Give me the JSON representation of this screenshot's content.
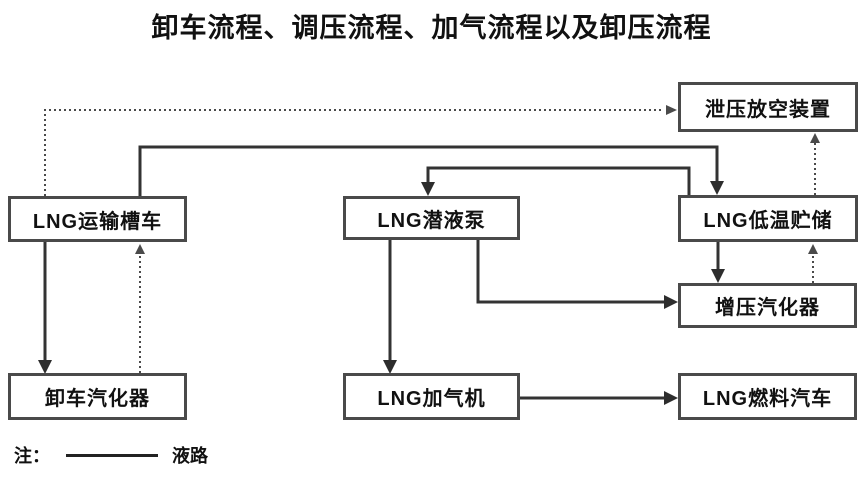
{
  "title": "卸车流程、调压流程、加气流程以及卸压流程",
  "nodes": {
    "relief_vent": {
      "label": "泄压放空装置"
    },
    "tanker": {
      "label": "LNG运输槽车"
    },
    "pump": {
      "label": "LNG潜液泵"
    },
    "storage": {
      "label": "LNG低温贮储"
    },
    "booster_vaporizer": {
      "label": "增压汽化器"
    },
    "unloading_vaporizer": {
      "label": "卸车汽化器"
    },
    "dispenser": {
      "label": "LNG加气机"
    },
    "vehicle": {
      "label": "LNG燃料汽车"
    }
  },
  "edges": [
    {
      "from": "LNG运输槽车",
      "to": "LNG低温贮储",
      "line": "solid"
    },
    {
      "from": "LNG低温贮储",
      "to": "LNG潜液泵",
      "line": "solid"
    },
    {
      "from": "LNG运输槽车",
      "to": "卸车汽化器",
      "line": "solid"
    },
    {
      "from": "LNG潜液泵",
      "to": "LNG加气机",
      "line": "solid"
    },
    {
      "from": "LNG潜液泵",
      "to": "增压汽化器",
      "line": "solid"
    },
    {
      "from": "LNG低温贮储",
      "to": "增压汽化器",
      "line": "solid"
    },
    {
      "from": "LNG加气机",
      "to": "LNG燃料汽车",
      "line": "solid"
    },
    {
      "from": "LNG运输槽车",
      "to": "泄压放空装置",
      "line": "dotted"
    },
    {
      "from": "卸车汽化器",
      "to": "LNG运输槽车",
      "line": "dotted"
    },
    {
      "from": "增压汽化器",
      "to": "LNG低温贮储",
      "line": "dotted"
    },
    {
      "from": "LNG低温贮储",
      "to": "泄压放空装置",
      "line": "dotted"
    }
  ],
  "legend": {
    "prefix": "注：",
    "solid_line_label": "液路"
  },
  "colors": {
    "solid_line": "#333333",
    "dotted_line": "#4a4a4a",
    "box_border": "#4a4a4a",
    "text": "#111111",
    "background": "#ffffff"
  }
}
